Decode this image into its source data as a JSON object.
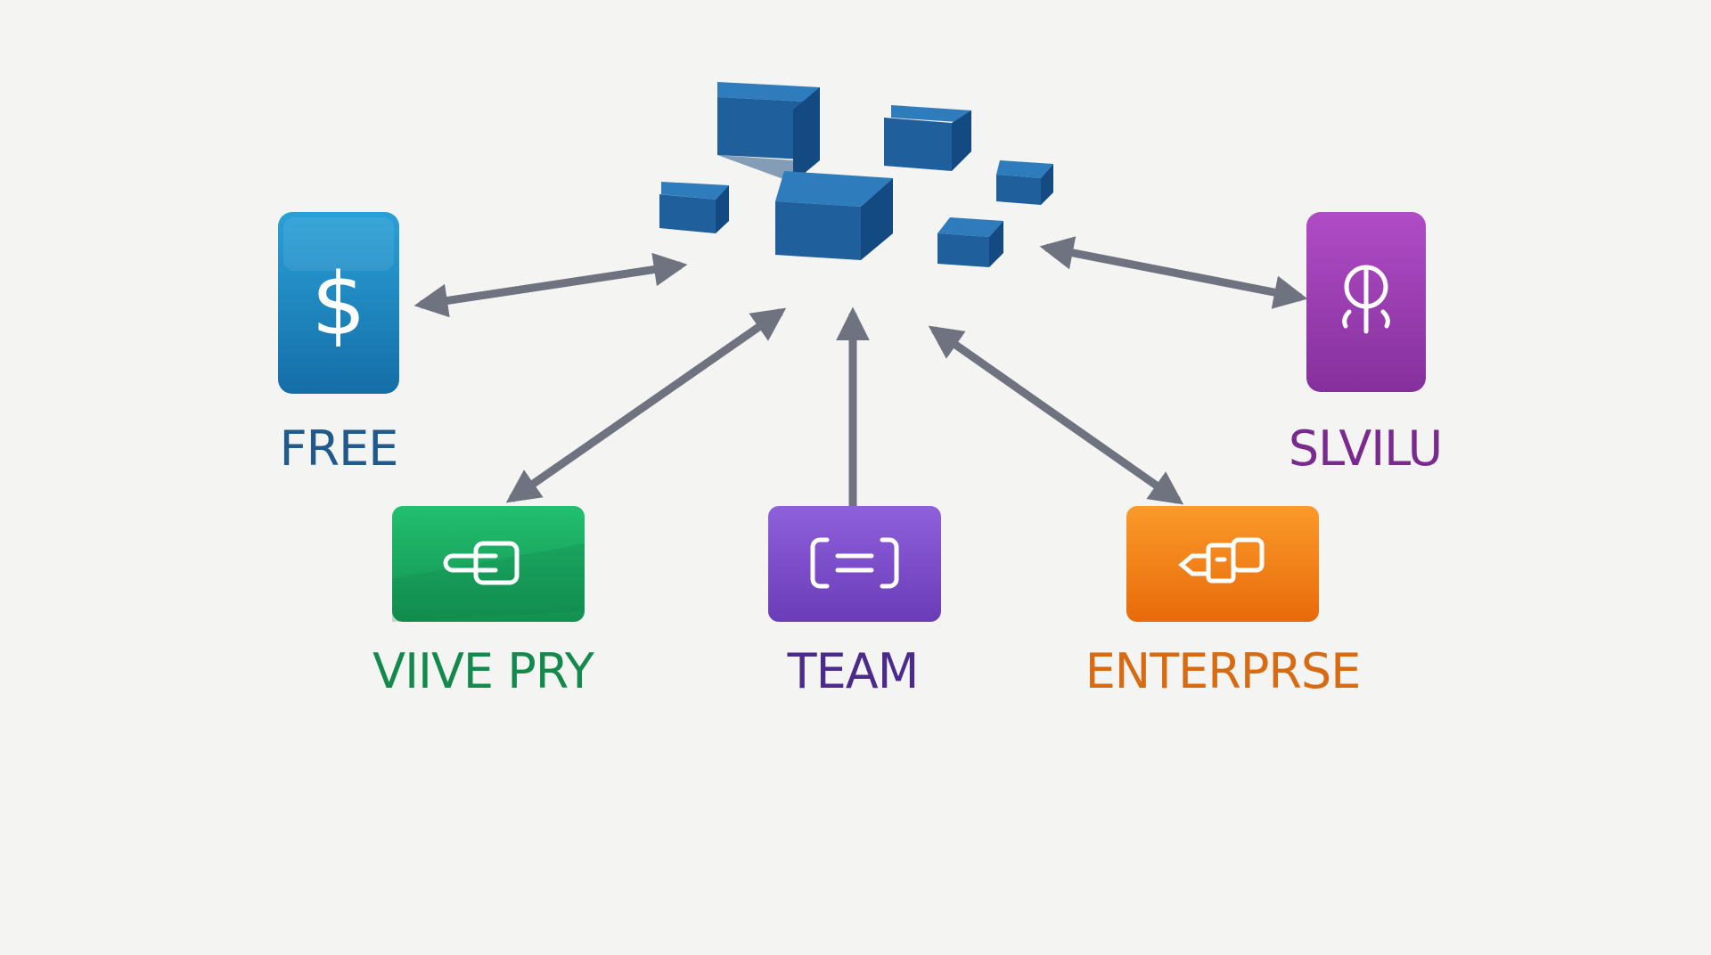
{
  "diagram": {
    "nodes": [
      {
        "id": "free",
        "label": "FREE",
        "icon": "dollar-icon",
        "color": "#1c7fb6",
        "label_color": "#1f5a8a"
      },
      {
        "id": "vlive-pry",
        "label": "VIIVE PRY",
        "icon": "plug-icon",
        "color": "#17a85c",
        "label_color": "#138a4c"
      },
      {
        "id": "team",
        "label": "TEAM",
        "icon": "bracket-equals-icon",
        "color": "#7a4cc7",
        "label_color": "#4a2a8a"
      },
      {
        "id": "enterprise",
        "label": "ENTERPRSE",
        "icon": "connector-icon",
        "color": "#f07a12",
        "label_color": "#d86a12"
      },
      {
        "id": "slvilu",
        "label": "SLVILU",
        "icon": "pin-ring-icon",
        "color": "#9a3cb0",
        "label_color": "#7a2a8e"
      }
    ],
    "hub": {
      "icon": "stacked-cubes-icon",
      "color": "#1f5f9c"
    },
    "connector_color": "#6f7380"
  }
}
